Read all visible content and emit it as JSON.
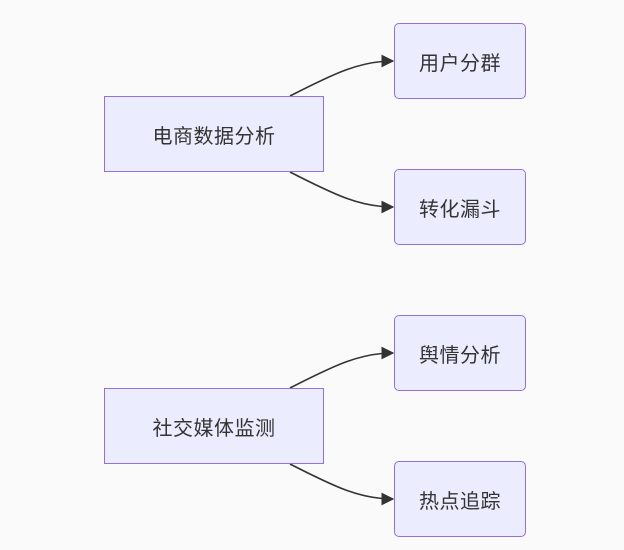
{
  "diagram": {
    "groups": [
      {
        "parent": "电商数据分析",
        "children": [
          "用户分群",
          "转化漏斗"
        ]
      },
      {
        "parent": "社交媒体监测",
        "children": [
          "舆情分析",
          "热点追踪"
        ]
      }
    ],
    "colors": {
      "node_fill": "#ececff",
      "node_border": "#9370db",
      "edge": "#333333",
      "text": "#333333",
      "background": "#fafafa"
    }
  }
}
